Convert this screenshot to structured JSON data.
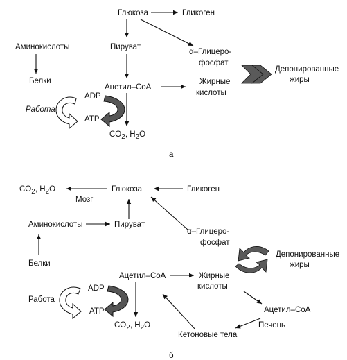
{
  "panel_a": {
    "glucose": "Глюкоза",
    "glycogen": "Гликоген",
    "amino_acids": "Аминокислоты",
    "pyruvate": "Пируват",
    "glycerophosphate_line1": "α–Глицеро-",
    "glycerophosphate_line2": "фосфат",
    "deposited_fats_line1": "Депонированные",
    "deposited_fats_line2": "жиры",
    "proteins": "Белки",
    "acetyl_coa": "Ацетил–СоА",
    "fatty_acids_line1": "Жирные",
    "fatty_acids_line2": "кислоты",
    "work": "Работа",
    "adp": "ADP",
    "atp": "ATP",
    "co2": "CO",
    "co2_sub": "2",
    "h2o_pre": ", H",
    "h2o_sub": "2",
    "h2o_post": "O",
    "panel_label": "а"
  },
  "panel_b": {
    "co2": "CO",
    "co2_sub": "2",
    "h2o_pre": ", H",
    "h2o_sub": "2",
    "h2o_post": "O",
    "glucose": "Глюкоза",
    "glycogen": "Гликоген",
    "brain": "Мозг",
    "amino_acids": "Аминокислоты",
    "pyruvate": "Пируват",
    "glycerophosphate_line1": "α–Глицеро-",
    "glycerophosphate_line2": "фосфат",
    "proteins": "Белки",
    "deposited_fats_line1": "Депонированные",
    "deposited_fats_line2": "жиры",
    "acetyl_coa": "Ацетил–СоА",
    "fatty_acids_line1": "Жирные",
    "fatty_acids_line2": "кислоты",
    "work": "Работа",
    "adp": "ADP",
    "atp": "ATP",
    "co2_bottom": "CO",
    "co2_bottom_sub": "2",
    "h2o_bottom_pre": ", H",
    "h2o_bottom_sub": "2",
    "h2o_bottom_post": "O",
    "acetyl_coa_liver": "Ацетил–СоА",
    "liver": "Печень",
    "ketone_bodies": "Кетоновые тела",
    "panel_label": "б"
  }
}
